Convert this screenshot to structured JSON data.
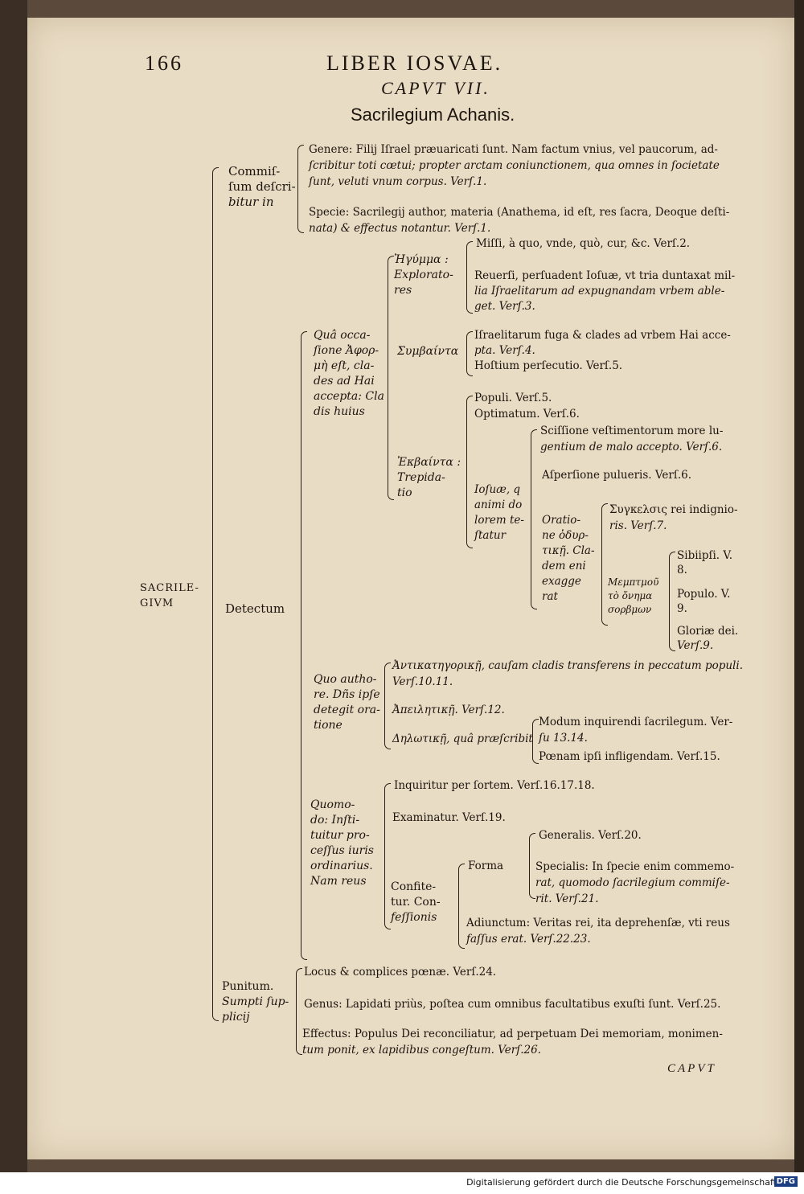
{
  "header": {
    "page_number": "166",
    "running_title": "LIBER IOSVAE.",
    "chapter": "CAPVT VII.",
    "title": "Sacrilegium Achanis."
  },
  "tree": {
    "root": [
      "SACRILE-",
      "GIVM"
    ],
    "commissum": {
      "label": [
        "Commiſ-",
        "ſum deſcri-",
        "bitur in"
      ],
      "genere": [
        "Genere: Filij Iſrael præuaricati ſunt. Nam factum vnius, vel paucorum, ad-",
        "ſcribitur toti cœtui; propter arctam coniunctionem, qua omnes in ſocietate",
        "ſunt, veluti vnum corpus. Verſ.1."
      ],
      "specie": [
        "Specie: Sacrilegij author, materia (Anathema, id eſt, res ſacra, Deoque deſti-",
        "nata) & effectus notantur. Verſ.1."
      ]
    },
    "detectum": {
      "label": "Detectum",
      "qua_occasione": {
        "label": [
          "Quâ occa-",
          "ſione Ἀφορ-",
          "μὴ eſt, cla-",
          "des ad Hai",
          "accepta: Cla",
          "dis huius"
        ],
        "exploratores": {
          "label": [
            "Ἠγύμμα :",
            "Explorato-",
            "res"
          ],
          "missi": "Miſſi, à quo, vnde, quò, cur, &c. Verſ.2.",
          "reuersi": [
            "Reuerſi, perſuadent Ioſuæ, vt tria duntaxat mil-",
            "lia Iſraelitarum ad expugnandam vrbem able-",
            "get. Verſ.3."
          ]
        },
        "symbainta": {
          "label": "Συμβαίντα",
          "fuga": [
            "Iſraelitarum fuga & clades ad vrbem Hai acce-",
            "pta. Verſ.4."
          ],
          "hostium": "Hoſtium perſecutio. Verſ.5."
        },
        "ekbainta": {
          "label": [
            "Ἐκβαίντα :",
            "Trepida-",
            "tio"
          ],
          "populi": "Populi. Verſ.5.",
          "optimatum": "Optimatum. Verſ.6.",
          "iosuae": {
            "label": [
              "Ioſuæ, q",
              "animi do",
              "lorem te-",
              "ſtatur"
            ],
            "scissione": [
              "Sciſſione veſtimentorum more lu-",
              "gentium de malo accepto. Verſ.6."
            ],
            "aspersione": "Aſperſione pulueris. Verſ.6.",
            "oratione": {
              "label": [
                "Oratio-",
                "ne ὀδυρ-",
                "τικῇ. Cla-",
                "dem eni",
                "exagge",
                "rat"
              ],
              "synkelsis": [
                "Συγκελσις rei indignio-",
                "ris. Verſ.7."
              ],
              "memptmou": {
                "label": [
                  "Μεμπτμοῦ",
                  "τὸ ὄνημα",
                  "σορβμων"
                ],
                "sibi": [
                  "Sibiipſi. V.",
                  "8."
                ],
                "populo": [
                  "Populo. V.",
                  "9."
                ],
                "gloriae": [
                  "Gloriæ dei.",
                  "Verſ.9."
                ]
              }
            }
          }
        }
      },
      "quo_authore": {
        "label": [
          "Quo autho-",
          "re. Dñs ipſe",
          "detegit ora-",
          "tione"
        ],
        "anti": [
          "Ἀντικατηγορικῇ, cauſam cladis transferens in peccatum populi.",
          "Verſ.10.11."
        ],
        "apeilitike": "Ἀπειλητικῇ. Verſ.12.",
        "delotike": {
          "label": "Δηλωτικῇ, quâ præſcribit",
          "modum": [
            "Modum inquirendi ſacrilegum. Ver-",
            "ſu 13.14."
          ],
          "poenam": "Pœnam ipſi infligendam. Verſ.15."
        }
      },
      "quomodo": {
        "label": [
          "Quomo-",
          "do: Inſti-",
          "tuitur pro-",
          "ceſſus iuris",
          "ordinarius.",
          "Nam reus"
        ],
        "inquiritur": "Inquiritur per ſortem. Verſ.16.17.18.",
        "examinatur": "Examinatur. Verſ.19.",
        "confitetur": {
          "label": [
            "Confite-",
            "tur. Con-",
            "feſſionis"
          ],
          "forma": {
            "label": "Forma",
            "generalis": "Generalis. Verſ.20.",
            "specialis": [
              "Specialis: In ſpecie enim commemo-",
              "rat, quomodo ſacrilegium commiſe-",
              "rit. Verſ.21."
            ]
          },
          "adiunctum": [
            "Adiunctum: Veritas rei, ita deprehenſæ, vti reus",
            "faſſus erat. Verſ.22.23."
          ]
        }
      }
    },
    "punitum": {
      "label": [
        "Punitum.",
        "Sumpti ſup-",
        "plicij"
      ],
      "locus": "Locus & complices pœnæ. Verſ.24.",
      "genus": "Genus: Lapidati priùs, poſtea cum omnibus facultatibus exuſti ſunt. Verſ.25.",
      "effectus": [
        "Effectus: Populus Dei reconciliatur, ad perpetuam Dei memoriam, monimen-",
        "tum ponit, ex lapidibus congeſtum. Verſ.26."
      ]
    }
  },
  "catchword": "CAPVT",
  "footer": {
    "text": "Digitalisierung gefördert durch die Deutsche Forschungsgemeinschaft",
    "logo": "DFG"
  }
}
